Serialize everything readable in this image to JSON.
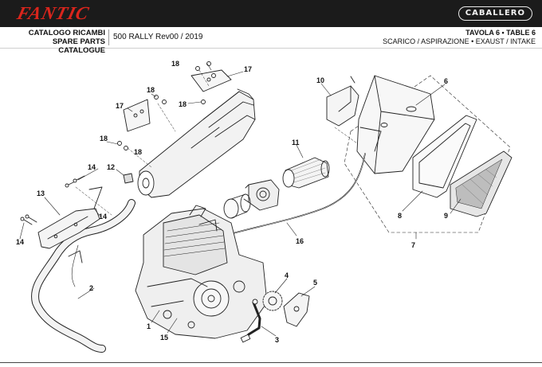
{
  "brand": {
    "logo_text": "FANTIC",
    "model_badge": "CABALLERO"
  },
  "header": {
    "catalog_it": "CATALOGO RICAMBI",
    "catalog_en": "SPARE PARTS CATALOGUE",
    "model": "500 RALLY Rev00 / 2019",
    "table_title": "TAVOLA 6 • TABLE 6",
    "table_subtitle": "SCARICO / ASPIRAZIONE • EXAUST / INTAKE"
  },
  "parts": {
    "p1": "1",
    "p2": "2",
    "p3": "3",
    "p4": "4",
    "p5": "5",
    "p6": "6",
    "p7": "7",
    "p8": "8",
    "p9": "9",
    "p10": "10",
    "p11": "11",
    "p12": "12",
    "p13": "13",
    "p14": "14",
    "p15": "15",
    "p16": "16",
    "p17": "17",
    "p18": "18"
  },
  "colors": {
    "topbar": "#1b1b1b",
    "brand_red": "#d9251c",
    "line": "#222222"
  }
}
